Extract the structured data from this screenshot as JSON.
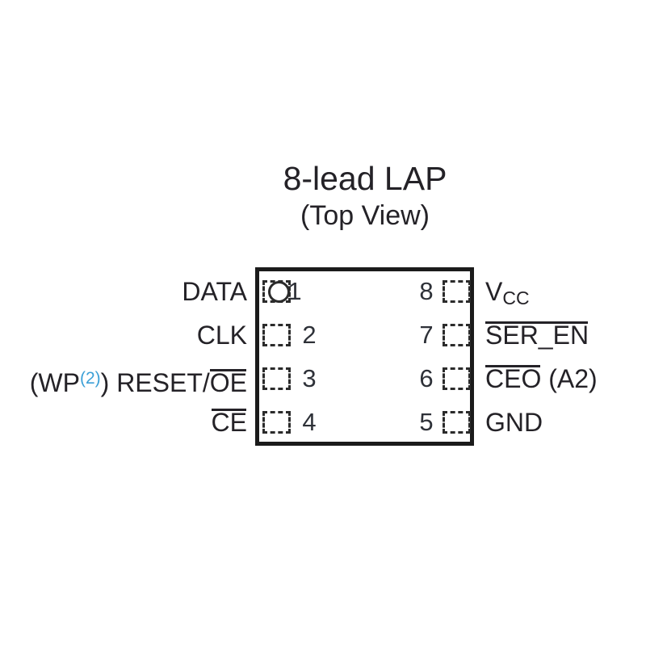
{
  "figure": {
    "title": "8-lead LAP",
    "subtitle": "(Top View)"
  },
  "colors": {
    "text": "#242227",
    "accent_blue": "#3CA0D7",
    "outline": "#1B1B1B"
  },
  "icons": {
    "pin1_marker": "pin-1-indicator-circle",
    "pad": "dashed-pad-square"
  },
  "package": {
    "left_pins": [
      {
        "number": "1",
        "label": "DATA"
      },
      {
        "number": "2",
        "label": "CLK"
      },
      {
        "number": "3",
        "label_pre": "(WP",
        "label_sup": "(2)",
        "label_mid": ") RESET/",
        "label_overline": "OE"
      },
      {
        "number": "4",
        "label_overline": "CE"
      }
    ],
    "right_pins": [
      {
        "number": "8",
        "label_main": "V",
        "label_sub": "CC"
      },
      {
        "number": "7",
        "label_overline": "SER_EN"
      },
      {
        "number": "6",
        "label_overline": "CEO",
        "label_post": " (A2)"
      },
      {
        "number": "5",
        "label": "GND"
      }
    ]
  }
}
